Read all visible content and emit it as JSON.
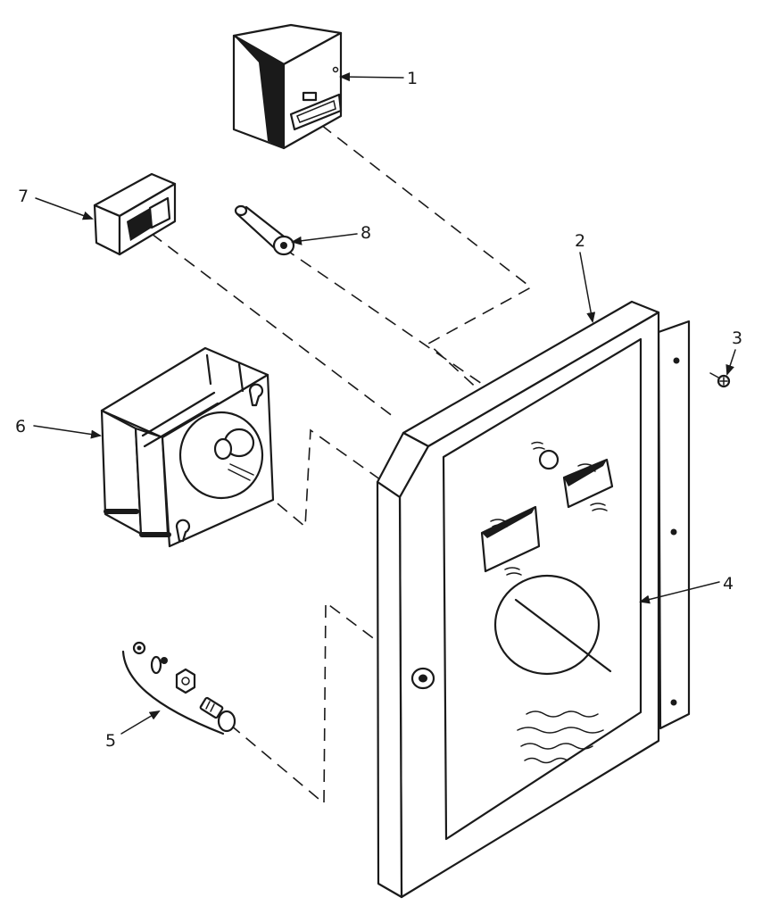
{
  "callouts": {
    "part_1": "1",
    "part_2": "2",
    "part_3": "3",
    "part_4": "4",
    "part_5": "5",
    "part_6": "6",
    "part_7": "7",
    "part_8": "8"
  },
  "colors": {
    "ink": "#1a1a1a",
    "paper": "#ffffff"
  }
}
